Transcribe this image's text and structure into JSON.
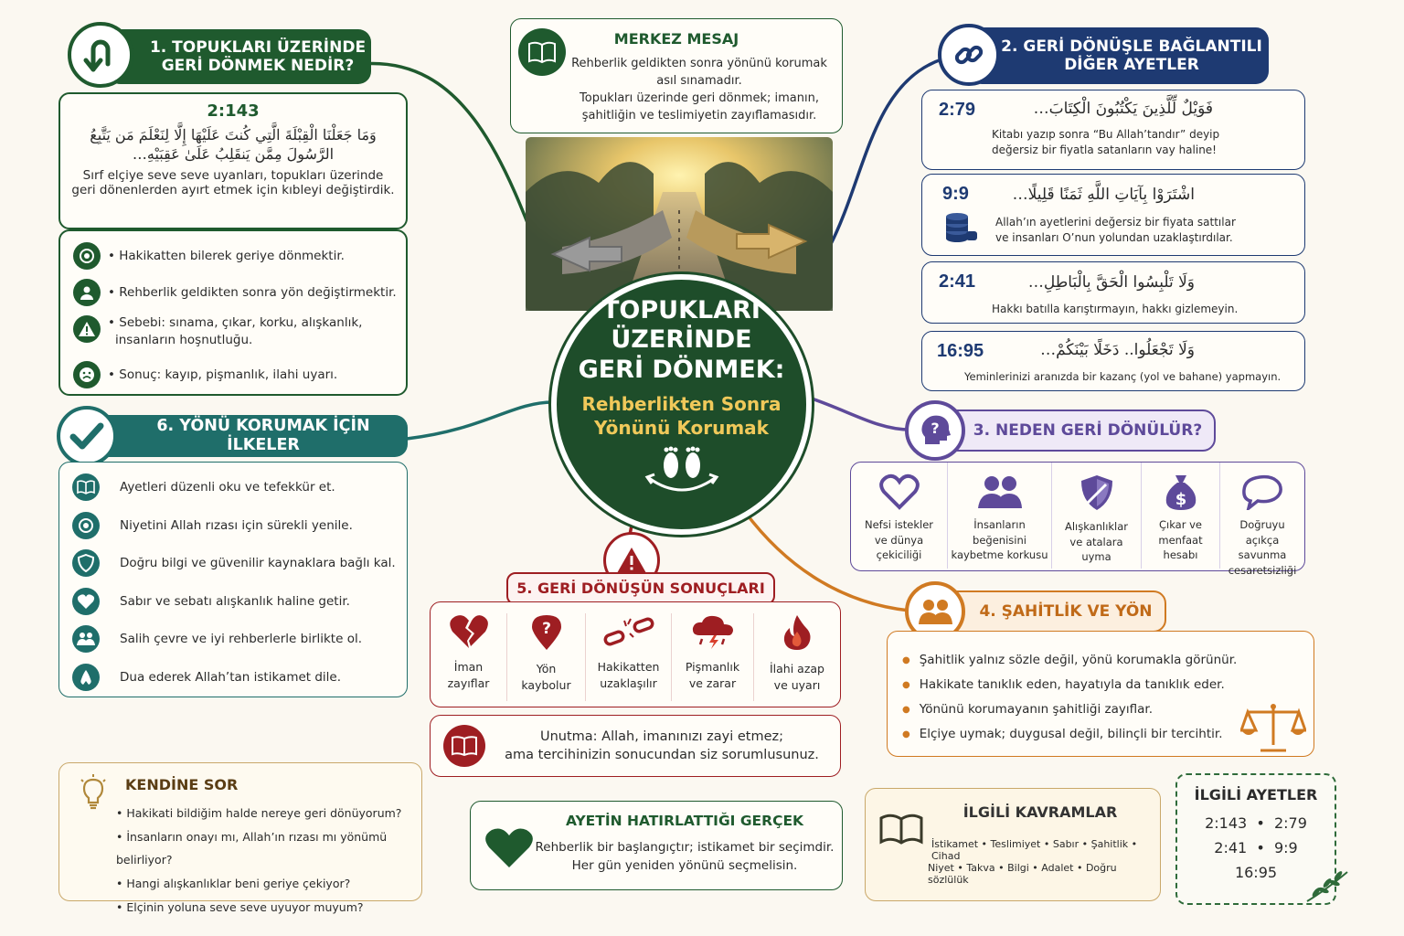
{
  "center": {
    "title_lines": [
      "TOPUKLARI",
      "ÜZERİNDE",
      "GERİ DÖNMEK:"
    ],
    "subtitle_lines": [
      "Rehberlikten Sonra",
      "Yönünü Korumak"
    ]
  },
  "merkez": {
    "title": "MERKEZ MESAJ",
    "line1": "Rehberlik geldikten sonra yönünü korumak",
    "line2": "asıl sınamadır.",
    "line3": "Topukları üzerinde geri dönmek; imanın,",
    "line4": "şahitliğin ve teslimiyetin zayıflamasıdır."
  },
  "section1": {
    "title_l1": "1. TOPUKLARI ÜZERİNDE",
    "title_l2": "GERİ DÖNMEK NEDİR?",
    "verse_ref": "2:143",
    "arabic_l1": "وَمَا جَعَلْنَا الْقِبْلَةَ الَّتِي كُنتَ عَلَيْهَا إِلَّا لِنَعْلَمَ مَن يَتَّبِعُ",
    "arabic_l2": "الرَّسُولَ مِمَّن يَنقَلِبُ عَلَىٰ عَقِبَيْهِ…",
    "translation_l1": "Sırf elçiye seve seve uyanları, topukları üzerinde",
    "translation_l2": "geri dönenlerden ayırt etmek için kıbleyi değiştirdik.",
    "bullets": [
      {
        "icon": "target-icon",
        "text": "• Hakikatten bilerek geriye dönmektir."
      },
      {
        "icon": "person-icon",
        "text": "• Rehberlik geldikten sonra yön değiştirmektir."
      },
      {
        "icon": "warning-icon",
        "text_l1": "• Sebebi: sınama, çıkar, korku, alışkanlık,",
        "text_l2": "insanların hoşnutluğu."
      },
      {
        "icon": "sad-face-icon",
        "text": "• Sonuç: kayıp, pişmanlık, ilahi uyarı."
      }
    ]
  },
  "section2": {
    "title_l1": "2. GERİ DÖNÜŞLE BAĞLANTILI",
    "title_l2": "DİĞER AYETLER",
    "verses": [
      {
        "ref": "2:79",
        "arabic": "فَوَيْلٌ لِّلَّذِينَ يَكْتُبُونَ الْكِتَابَ…",
        "tr_l1": "Kitabı yazıp sonra “Bu Allah’tandır” deyip",
        "tr_l2": "değersiz bir fiyatla satanların vay haline!"
      },
      {
        "ref": "9:9",
        "arabic": "اشْتَرَوْا بِآيَاتِ اللَّهِ ثَمَنًا قَلِيلًا…",
        "tr_l1": "Allah’ın ayetlerini değersiz bir fiyata sattılar",
        "tr_l2": "ve insanları O’nun yolundan uzaklaştırdılar."
      },
      {
        "ref": "2:41",
        "arabic": "وَلَا تَلْبِسُوا الْحَقَّ بِالْبَاطِلِ…",
        "tr_l1": "Hakkı batılla karıştırmayın, hakkı gizlemeyin."
      },
      {
        "ref": "16:95",
        "arabic": "وَلَا تَجْعَلُوا.. دَخَلًا بَيْنَكُمْ…",
        "tr_l1": "Yeminlerinizi aranızda bir kazanç (yol ve bahane) yapmayın."
      }
    ]
  },
  "section3": {
    "title": "3. NEDEN GERİ DÖNÜLÜR?",
    "items": [
      {
        "icon": "heart-icon",
        "l1": "Nefsi istekler",
        "l2": "ve dünya",
        "l3": "çekiciliği"
      },
      {
        "icon": "people-icon",
        "l1": "İnsanların",
        "l2": "beğenisini",
        "l3": "kaybetme korkusu"
      },
      {
        "icon": "shield-icon",
        "l1": "Alışkanlıklar",
        "l2": "ve atalara",
        "l3": "uyma"
      },
      {
        "icon": "money-bag-icon",
        "l1": "Çıkar ve",
        "l2": "menfaat",
        "l3": "hesabı"
      },
      {
        "icon": "speech-bubble-icon",
        "l1": "Doğruyu",
        "l2": "açıkça savunma",
        "l3": "cesaretsizliği"
      }
    ]
  },
  "section4": {
    "title": "4. ŞAHİTLİK VE YÖN",
    "bullets": [
      "Şahitlik yalnız sözle değil, yönü korumakla görünür.",
      "Hakikate tanıklık eden, hayatıyla da tanıklık eder.",
      "Yönünü korumayanın şahitliği zayıflar.",
      "Elçiye uymak; duygusal değil, bilinçli bir tercihtir."
    ]
  },
  "section5": {
    "title": "5. GERİ DÖNÜŞÜN SONUÇLARI",
    "items": [
      {
        "icon": "broken-heart-icon",
        "l1": "İman",
        "l2": "zayıflar"
      },
      {
        "icon": "location-question-icon",
        "l1": "Yön",
        "l2": "kaybolur"
      },
      {
        "icon": "broken-chain-icon",
        "l1": "Hakikatten",
        "l2": "uzaklaşılır"
      },
      {
        "icon": "storm-cloud-icon",
        "l1": "Pişmanlık",
        "l2": "ve zarar"
      },
      {
        "icon": "fire-icon",
        "l1": "İlahi azap",
        "l2": "ve uyarı"
      }
    ],
    "note_l1": "Unutma: Allah, imanınızı zayi etmez;",
    "note_l2": "ama tercihinizin sonucundan siz sorumlusunuz."
  },
  "section6": {
    "title": "6. YÖNÜ KORUMAK İÇİN İLKELER",
    "bullets": [
      {
        "icon": "book-icon",
        "text": "Ayetleri düzenli oku ve tefekkür et."
      },
      {
        "icon": "target-icon",
        "text": "Niyetini Allah rızası için sürekli yenile."
      },
      {
        "icon": "shield-icon",
        "text": "Doğru bilgi ve güvenilir kaynaklara bağlı kal."
      },
      {
        "icon": "heart-icon",
        "text": "Sabır ve sebatı alışkanlık haline getir."
      },
      {
        "icon": "people-icon",
        "text": "Salih çevre ve iyi rehberlerle birlikte ol."
      },
      {
        "icon": "praying-hands-icon",
        "text": "Dua ederek Allah’tan istikamet dile."
      }
    ]
  },
  "kendine": {
    "title": "KENDİNE SOR",
    "questions": [
      "• Hakikati bildiğim halde nereye geri dönüyorum?",
      "• İnsanların onayı mı, Allah’ın rızası mı yönümü belirliyor?",
      "• Hangi alışkanlıklar beni geriye çekiyor?",
      "• Elçinin yoluna seve seve uyuyor muyum?"
    ]
  },
  "hatirlatma": {
    "title": "AYETİN HATIRLATTIĞI GERÇEK",
    "l1": "Rehberlik bir başlangıçtır; istikamet bir seçimdir.",
    "l2": "Her gün yeniden yönünü seçmelisin."
  },
  "kavramlar": {
    "title": "İLGİLİ KAVRAMLAR",
    "row1": "İstikamet • Teslimiyet • Sabır • Şahitlik • Cihad",
    "row2": "Niyet • Takva • Bilgi • Adalet • Doğru sözlülük"
  },
  "ilgili": {
    "title": "İLGİLİ AYETLER",
    "row1": "2:143  •  2:79",
    "row2": "2:41  •  9:9",
    "row3": "16:95"
  },
  "colors": {
    "green": "#1f5a2e",
    "navy": "#1e3a72",
    "purple": "#5e4a9a",
    "orange": "#d07a22",
    "red": "#9e1e22",
    "teal": "#1f6e6a",
    "gold": "#f0c95a"
  }
}
